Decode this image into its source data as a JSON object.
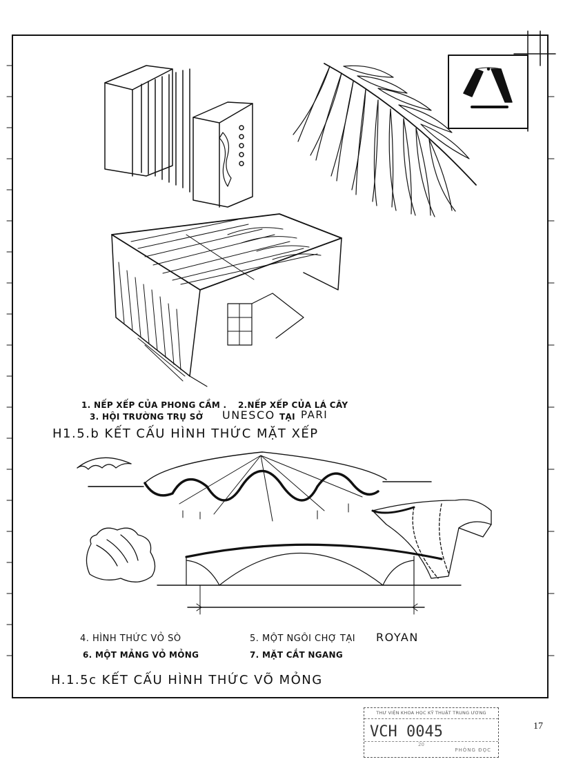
{
  "captions": {
    "line1a": "1. NẾP XẾP CỦA PHONG CẦM .",
    "line1b": "2.NẾP XẾP CỦA LÁ CÂY",
    "line2a": "3. HỘI TRƯỜNG TRỤ SỞ",
    "line2b": "UNESCO",
    "line2c": "TẠI",
    "line2d": "PARI",
    "title_b": "H1.5.b  KẾT CẤU HÌNH THỨC MẶT XẾP",
    "item4": "4. HÌNH THỨC VỎ SÒ",
    "item5a": "5. MỘT NGÔI CHỢ TẠI",
    "item5b": "ROYAN",
    "item6": "6. MỘT MẢNG VỎ MỎNG",
    "item7": "7. MẶT CẮT NGANG",
    "title_c": "H.1.5c  KẾT CẤU HÌNH THỨC VÕ MỎNG"
  },
  "stamp": {
    "header": "THƯ VIỆN KHOA HỌC KỸ THUẬT TRUNG ƯƠNG",
    "code": "VCH  0045",
    "sub": "20",
    "footer": "PHÒNG ĐỌC"
  },
  "page_number": "17"
}
